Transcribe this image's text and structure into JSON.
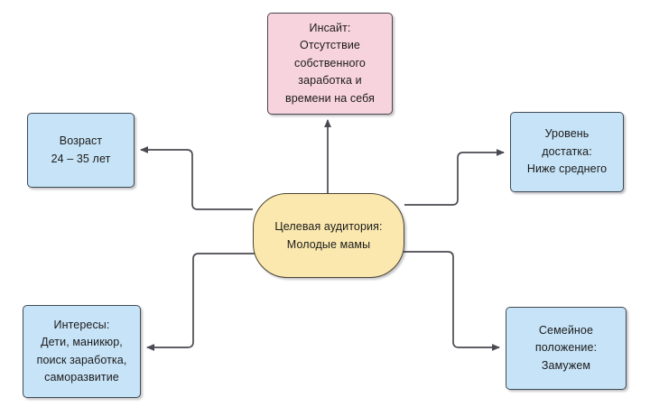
{
  "diagram": {
    "type": "mind-map",
    "title": "Целевая аудитория: Молодые мамы",
    "background_color": "#ffffff",
    "edge_color": "#4a4a52",
    "center": {
      "id": "center",
      "label": "Целевая аудитория:\nМолодые мамы",
      "shape": "rounded-rectangle",
      "fill_color": "#fbe8ae",
      "border_color": "#4a4434"
    },
    "nodes": [
      {
        "id": "insight",
        "label": "Инсайт:\nОтсутствие\nсобственного\nзаработка и\nвремени на себя",
        "shape": "rectangle",
        "fill_color": "#f7d3de",
        "border_color": "#4a4550",
        "position": "top"
      },
      {
        "id": "age",
        "label": "Возраст\n24 – 35 лет",
        "shape": "rectangle",
        "fill_color": "#c7e3f7",
        "border_color": "#3f4b55",
        "position": "top-left"
      },
      {
        "id": "income",
        "label": "Уровень\nдостатка:\nНиже среднего",
        "shape": "rectangle",
        "fill_color": "#c7e3f7",
        "border_color": "#3f4b55",
        "position": "top-right"
      },
      {
        "id": "interests",
        "label": "Интересы:\nДети, маникюр,\nпоиск заработка,\nсаморазвитие",
        "shape": "rectangle",
        "fill_color": "#c7e3f7",
        "border_color": "#3f4b55",
        "position": "bottom-left"
      },
      {
        "id": "family",
        "label": "Семейное\nположение:\nЗамужем",
        "shape": "rectangle",
        "fill_color": "#c7e3f7",
        "border_color": "#3f4b55",
        "position": "bottom-right"
      }
    ],
    "edges": [
      {
        "from": "center",
        "to": "insight",
        "style": "straight-arrow"
      },
      {
        "from": "center",
        "to": "age",
        "style": "orthogonal-arrow"
      },
      {
        "from": "center",
        "to": "income",
        "style": "orthogonal-arrow"
      },
      {
        "from": "center",
        "to": "interests",
        "style": "orthogonal-arrow"
      },
      {
        "from": "center",
        "to": "family",
        "style": "orthogonal-arrow"
      }
    ]
  }
}
